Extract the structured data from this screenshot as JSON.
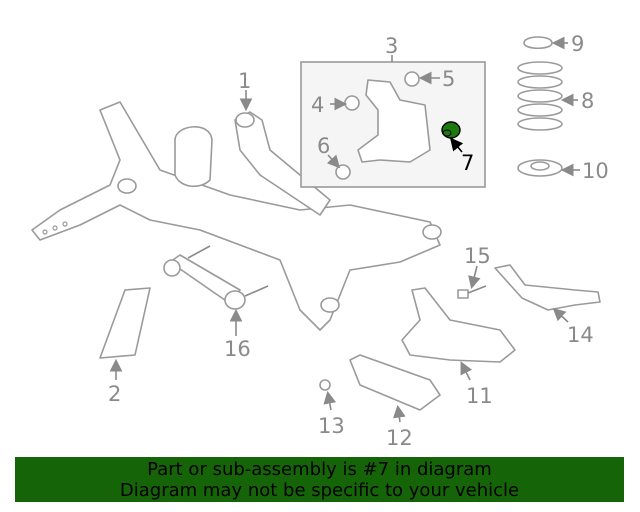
{
  "diagram": {
    "callouts": [
      "1",
      "2",
      "3",
      "4",
      "5",
      "6",
      "7",
      "8",
      "9",
      "10",
      "11",
      "12",
      "13",
      "14",
      "15",
      "16"
    ],
    "highlighted_part": "7",
    "highlight_color": "#1a7a0c"
  },
  "banner": {
    "line1": "Part or sub-assembly is #7 in diagram",
    "line2": "Diagram may not be specific to your vehicle",
    "background": "#156508"
  }
}
